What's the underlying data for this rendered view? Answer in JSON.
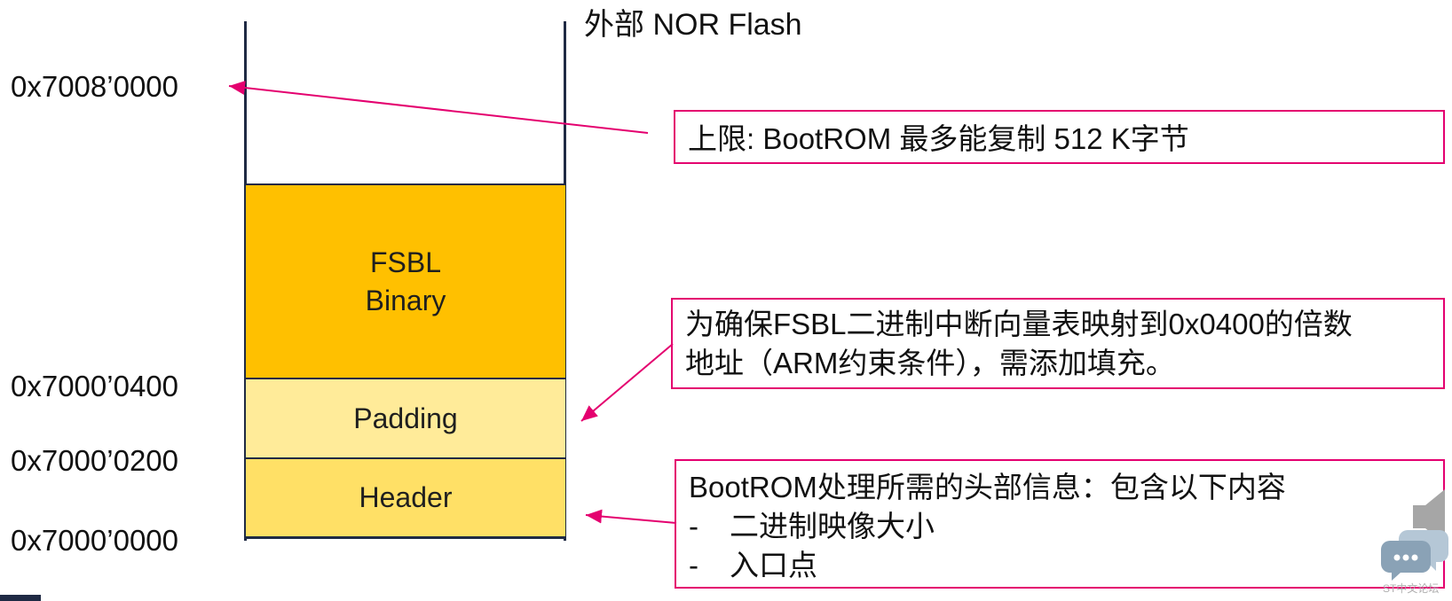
{
  "flash_title": "外部 NOR Flash",
  "addresses": {
    "top_limit": "0x7008’0000",
    "fsbl_start": "0x7000’0400",
    "padding_start": "0x7000’0200",
    "base": "0x7000’0000"
  },
  "blocks": {
    "fsbl_line1": "FSBL",
    "fsbl_line2": "Binary",
    "padding": "Padding",
    "header": "Header"
  },
  "callouts": {
    "upper_limit": "上限: BootROM 最多能复制 512 K字节",
    "padding_line1": "为确保FSBL二进制中断向量表映射到0x0400的倍数",
    "padding_line2": "地址（ARM约束条件），需添加填充。",
    "header_line1": "BootROM处理所需的头部信息：包含以下内容",
    "header_bullets": [
      {
        "dash": "-",
        "text": "二进制映像大小"
      },
      {
        "dash": "-",
        "text": "入口点"
      }
    ]
  },
  "watermark": "ST中文论坛",
  "colors": {
    "fsbl": "#ffc000",
    "padding": "#ffeb99",
    "header": "#ffe066",
    "accent": "#e4006f",
    "outline": "#1f2a44"
  },
  "icons": {
    "speaker": "speaker-icon",
    "chat": "chat-bubbles-icon"
  }
}
